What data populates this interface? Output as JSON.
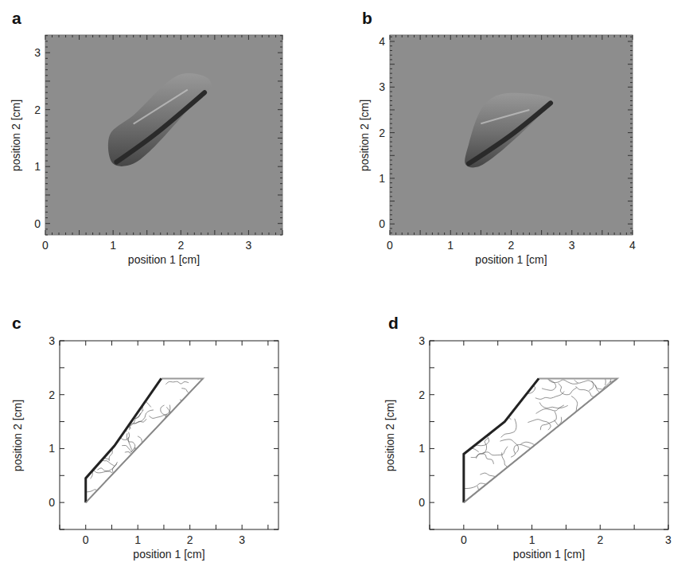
{
  "diagram": {
    "labels": [
      "a",
      "0",
      "1",
      "2",
      "3",
      "position 2 [cm]",
      "0",
      "1",
      "2",
      "3",
      "position 1 [cm]",
      "b",
      "0",
      "1",
      "2",
      "3",
      "4",
      "position 2 [cm]",
      "0",
      "1",
      "2",
      "3",
      "4",
      "position 1 [cm]",
      "c",
      "0",
      "1",
      "2",
      "3",
      "position 2 [cm]",
      "0",
      "1",
      "2",
      "3",
      "position 1 [cm]",
      "d",
      "0",
      "1",
      "2",
      "3",
      "position 2 [cm]",
      "0",
      "1",
      "2",
      "3",
      "position 1 [cm]"
    ]
  }
}
